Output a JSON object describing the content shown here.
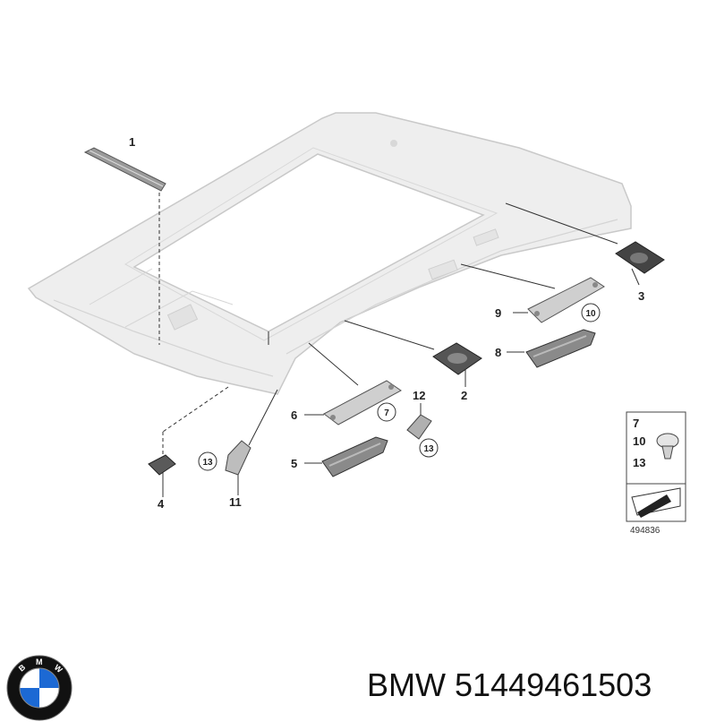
{
  "diagram": {
    "callouts": {
      "c1": "1",
      "c2": "2",
      "c3": "3",
      "c4": "4",
      "c5": "5",
      "c6": "6",
      "c7": "7",
      "c8": "8",
      "c9": "9",
      "c10": "10",
      "c11": "11",
      "c12": "12",
      "c13a": "13",
      "c13b": "13"
    },
    "legend": {
      "n7": "7",
      "n10": "10",
      "n13": "13"
    },
    "reference_code": "494836"
  },
  "logo": {
    "letters": "BMW",
    "colors": {
      "blue": "#1c69d4",
      "black": "#111111",
      "white": "#ffffff"
    }
  },
  "caption": {
    "text": "BMW 51449461503"
  }
}
